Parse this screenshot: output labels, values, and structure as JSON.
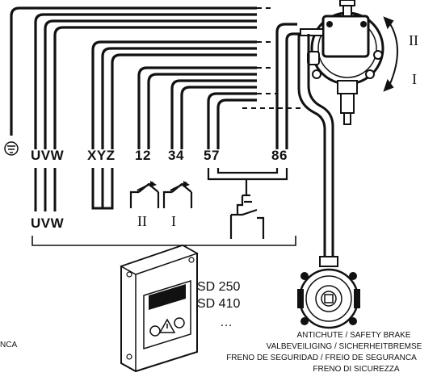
{
  "terminals": {
    "motor_phases": "UVW",
    "brake": "XYZ",
    "limit_group_1": "12",
    "limit_group_2": "34",
    "group_5_7": "57",
    "group_8_6": "86"
  },
  "lower_terminals": "UVW",
  "switch_labels": {
    "direction_up": "II",
    "direction_down": "I"
  },
  "rotation_labels": {
    "cw": "II",
    "ccw": "I"
  },
  "control_box": {
    "model_1": "SD 250",
    "model_2": "SD 410",
    "more": "…"
  },
  "brake_caption": [
    "ANTICHUTE / SAFETY BRAKE",
    "VALBEVEILIGING / SICHERHEITBREMSE",
    "FRENO DE SEGURIDAD / FREIO DE SEGURANCA",
    "FRENO DI SICUREZZA"
  ],
  "cropped_edge_text": "NCA",
  "icons": {
    "earth": "ground-earth-icon",
    "rotation": "rotation-arrows-icon",
    "warning": "warning-triangle-icon"
  },
  "colors": {
    "ink": "#111111",
    "panel": "#ffffff"
  }
}
